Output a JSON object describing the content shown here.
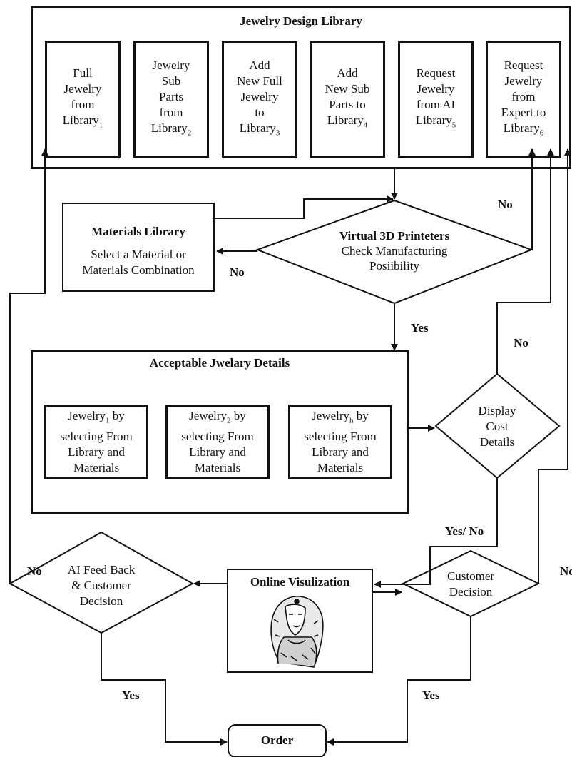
{
  "library": {
    "title": "Jewelry Design Library",
    "items": [
      {
        "l1": "Full",
        "l2": "Jewelry",
        "l3": "from",
        "l4": "Library",
        "sub": "1"
      },
      {
        "l1": "Jewelry",
        "l2": "Sub",
        "l3": "Parts",
        "l4": "from",
        "l5": "Library",
        "sub": "2"
      },
      {
        "l1": "Add",
        "l2": "New Full",
        "l3": "Jewelry",
        "l4": "to",
        "l5": "Library",
        "sub": "3"
      },
      {
        "l1": "Add",
        "l2": "New Sub",
        "l3": "Parts to",
        "l4": "Library",
        "sub": "4"
      },
      {
        "l1": "Request",
        "l2": "Jewelry",
        "l3": "from AI",
        "l4": "Library",
        "sub": "5"
      },
      {
        "l1": "Request",
        "l2": "Jewelry",
        "l3": "from",
        "l4": "Expert to",
        "l5": "Library",
        "sub": "6"
      }
    ]
  },
  "materials": {
    "title": "Materials Library",
    "line1": "Select a Material or",
    "line2": "Materials Combination"
  },
  "printer": {
    "title": "Virtual 3D Printeters",
    "line1": "Check Manufacturing",
    "line2": "Posiibility"
  },
  "details": {
    "title": "Acceptable Jwelary Details",
    "items": [
      {
        "name": "Jewelry",
        "sub": "1",
        "suffix": " by",
        "l2": "selecting From",
        "l3": "Library and",
        "l4": "Materials"
      },
      {
        "name": "Jewelry",
        "sub": "2",
        "suffix": " by",
        "l2": "selecting From",
        "l3": "Library and",
        "l4": "Materials"
      },
      {
        "name": "Jewelry",
        "sub": "h",
        "suffix": " by",
        "l2": "selecting From",
        "l3": "Library and",
        "l4": "Materials"
      }
    ]
  },
  "cost": {
    "l1": "Display",
    "l2": "Cost",
    "l3": "Details"
  },
  "visualization": {
    "title": "Online Visulization"
  },
  "ai_feedback": {
    "l1": "AI Feed Back",
    "l2": "& Customer",
    "l3": "Decision"
  },
  "customer": {
    "l1": "Customer",
    "l2": "Decision"
  },
  "order": {
    "label": "Order"
  },
  "labels": {
    "no_top_right": "No",
    "no_materials": "No",
    "yes_printer": "Yes",
    "no_cost": "No",
    "yes_no": "Yes/ No",
    "no_left": "No",
    "no_right": "No",
    "yes_left": "Yes",
    "yes_right": "Yes"
  }
}
